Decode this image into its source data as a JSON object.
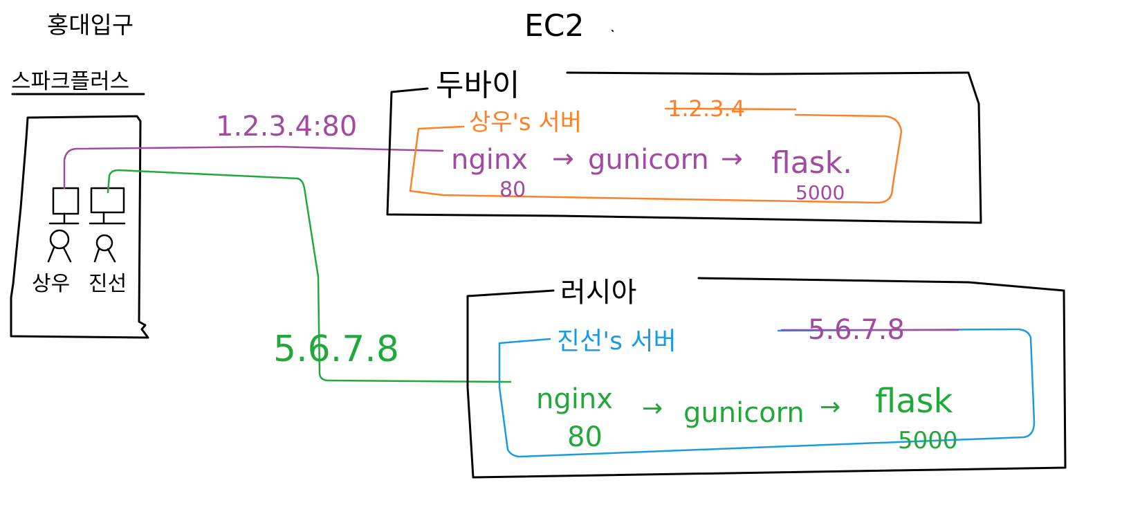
{
  "colors": {
    "ink": "#000000",
    "purple": "#a24aa2",
    "green": "#22a83a",
    "orange": "#ff7f27",
    "blue": "#1a9be0"
  },
  "titles": {
    "left_region": "홍대입구",
    "right_region": "EC2"
  },
  "office": {
    "label": "스파크플러스",
    "user1": "상우",
    "user2": "진선"
  },
  "links": {
    "user1_address": "1.2.3.4:80",
    "user2_address": "5.6.7.8"
  },
  "dubai": {
    "label": "두바이",
    "server_label": "상우's 서버",
    "server_ip": "1.2.3.4",
    "nginx": "nginx",
    "nginx_port": "80",
    "arrow1": "→",
    "gunicorn": "gunicorn",
    "arrow2": "→",
    "flask": "flask.",
    "flask_port": "5000"
  },
  "russia": {
    "label": "러시아",
    "server_label": "진선's 서버",
    "server_ip": "5.6.7.8",
    "nginx": "nginx",
    "nginx_port": "80",
    "arrow1": "→",
    "gunicorn": "gunicorn",
    "arrow2": "→",
    "flask": "flask",
    "flask_port": "5000"
  }
}
